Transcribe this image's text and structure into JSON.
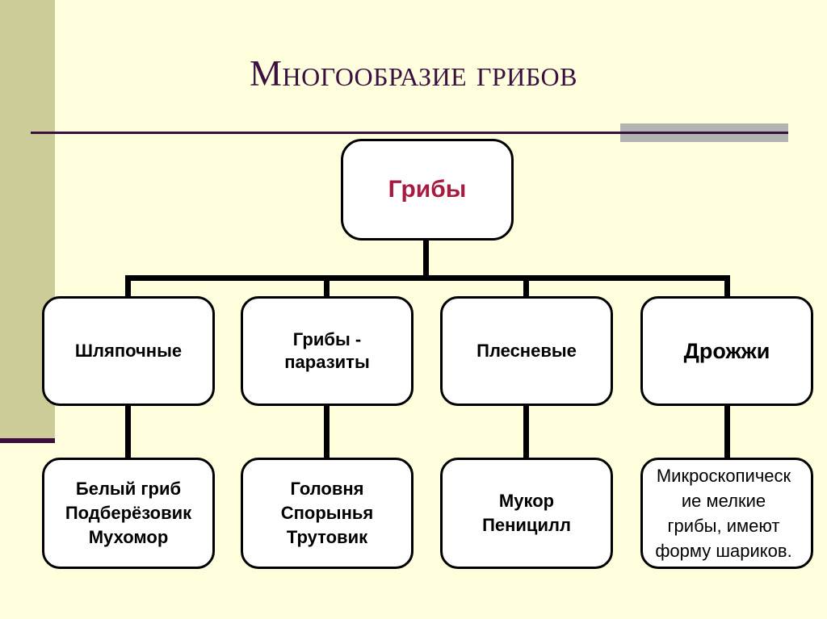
{
  "slide": {
    "title": "Многообразие грибов",
    "background_color": "#ffffdd",
    "accent_band_color": "#cccc99",
    "rule_color": "#3b1040",
    "grey_accent_color": "#b3b3b3",
    "root_text_color": "#a81b40"
  },
  "diagram": {
    "root": {
      "label": "Грибы"
    },
    "level2": [
      {
        "label": "Шляпочные"
      },
      {
        "label": "Грибы -\nпаразиты"
      },
      {
        "label": "Плесневые"
      },
      {
        "label": "Дрожжи"
      }
    ],
    "level3": [
      {
        "label": "Белый гриб\nПодберёзовик\nМухомор"
      },
      {
        "label": "Головня\nСпорынья\nТрутовик"
      },
      {
        "label": "Мукор\nПеницилл"
      },
      {
        "label": "Микроскопическ\nие мелкие\nгрибы, имеют\nформу шариков."
      }
    ]
  }
}
